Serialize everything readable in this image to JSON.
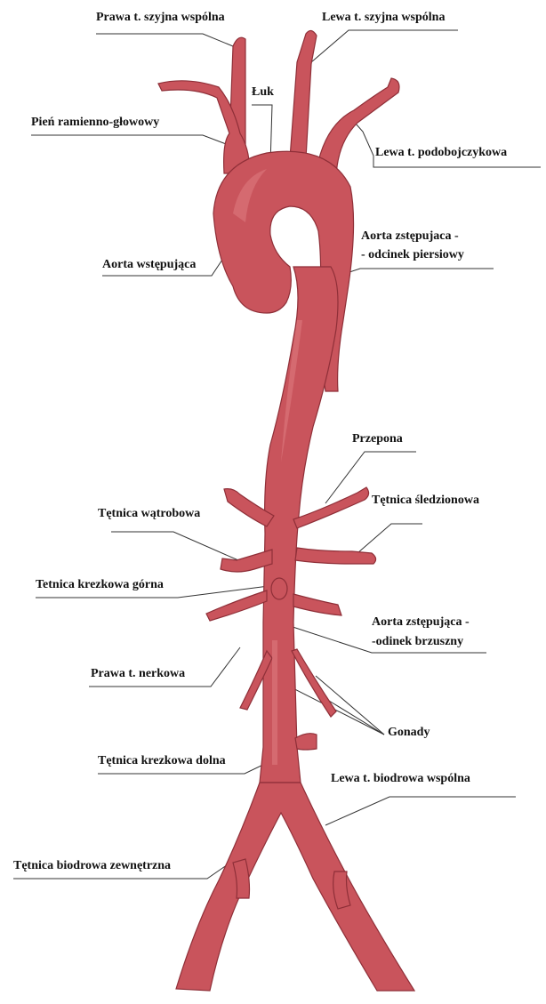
{
  "colors": {
    "vessel": "#c9545c",
    "vessel_outline": "#8f2f38",
    "text": "#111111",
    "leader": "#333333"
  },
  "labels": {
    "prawa_szyjna": "Prawa t. szyjna wspólna",
    "lewa_szyjna": "Lewa t. szyjna wspólna",
    "luk": "Łuk",
    "pien_ramienno": "Pień ramienno-głowowy",
    "lewa_podobojczykowa": "Lewa t. podobojczykowa",
    "aorta_zstepujaca_piersiowa_1": "Aorta zstępujaca -",
    "aorta_zstepujaca_piersiowa_2": "- odcinek piersiowy",
    "aorta_wstepujaca": "Aorta wstępująca",
    "przepona": "Przepona",
    "watrobowa": "Tętnica wątrobowa",
    "sledzionowa": "Tętnica śledzionowa",
    "krezkowa_gorna": "Tetnica krezkowa górna",
    "aorta_zstepujaca_brzuszna_1": "Aorta zstępująca -",
    "aorta_zstepujaca_brzuszna_2": "-odinek brzuszny",
    "prawa_nerkowa": "Prawa t. nerkowa",
    "gonady": "Gonady",
    "krezkowa_dolna": "Tętnica krezkowa dolna",
    "lewa_biodrowa": "Lewa t. biodrowa wspólna",
    "biodrowa_zewnetrzna": "Tętnica biodrowa zewnętrzna"
  }
}
